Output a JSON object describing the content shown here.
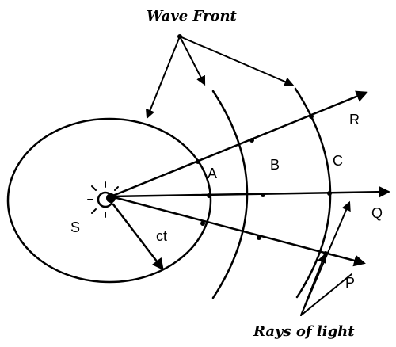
{
  "captions": {
    "wave_front": "Wave Front",
    "rays_of_light": "Rays of light"
  },
  "labels": {
    "source": "S",
    "radius": "ct",
    "point_a": "A",
    "point_b": "B",
    "point_c": "C",
    "point_r": "R",
    "point_q": "Q",
    "point_p": "P"
  },
  "colors": {
    "ink": "#000000",
    "background": "#ffffff"
  }
}
